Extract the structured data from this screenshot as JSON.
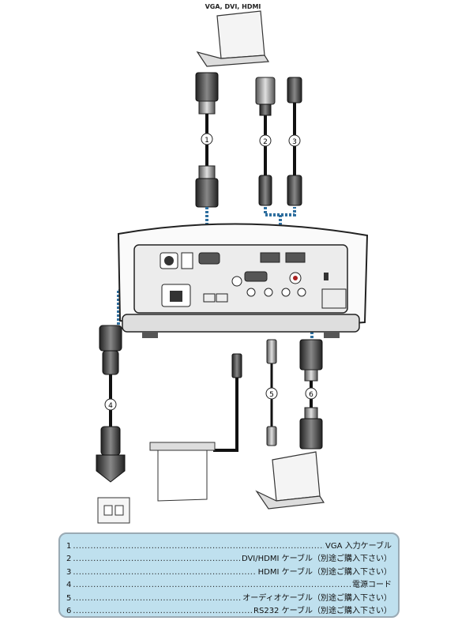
{
  "top_label": "VGA, DVI, HDMI",
  "cable_numbers": [
    "1",
    "2",
    "3",
    "4",
    "5",
    "6"
  ],
  "legend": [
    {
      "num": "1",
      "text": "VGA 入力ケーブル"
    },
    {
      "num": "2",
      "text": "DVI/HDMI ケーブル（別途ご購入下さい）"
    },
    {
      "num": "3",
      "text": "HDMI ケーブル（別途ご購入下さい）"
    },
    {
      "num": "4",
      "text": "電源コード"
    },
    {
      "num": "5",
      "text": "オーディオケーブル（別途ご購入下さい）"
    },
    {
      "num": "6",
      "text": "RS232 ケーブル（別途ご購入下さい）"
    }
  ],
  "colors": {
    "legend_bg": "#bfe0ee",
    "dotted_link": "#2f6f9f",
    "device_outline": "#222222"
  }
}
